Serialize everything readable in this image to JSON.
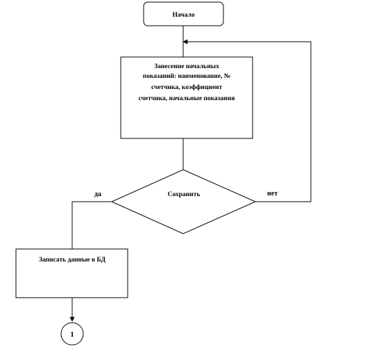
{
  "diagram": {
    "nodes": {
      "start": {
        "label": "Начало"
      },
      "input": {
        "lines": [
          "Занесение начальных",
          "показаний: наименование, №",
          "счетчика, коэффициент",
          "счетчика, начальные показания"
        ]
      },
      "decision": {
        "label": "Сохранить"
      },
      "write": {
        "label": "Записать данные в БД"
      },
      "connector": {
        "label": "1"
      }
    },
    "edges": {
      "yes_label": "да",
      "no_label": "нет"
    }
  }
}
